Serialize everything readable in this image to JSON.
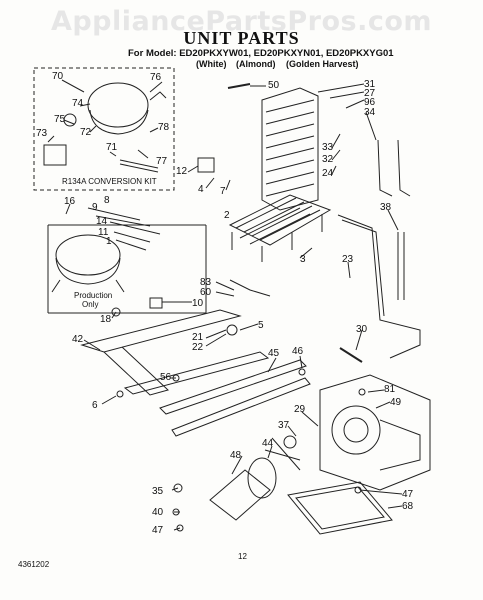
{
  "watermark": "AppliancePartsPros.com",
  "title": "UNIT PARTS",
  "models_line": "For Model: ED20PKXYW01, ED20PKXYN01, ED20PKXYG01",
  "colors": [
    "(White)",
    "(Almond)",
    "(Golden Harvest)"
  ],
  "kit_label": "R134A CONVERSION KIT",
  "production_label": [
    "Production",
    "Only"
  ],
  "footer_left": "4361202",
  "footer_page": "12",
  "callouts": {
    "c70": "70",
    "c76": "76",
    "c74": "74",
    "c75": "75",
    "c72": "72",
    "c73": "73",
    "c78": "78",
    "c71": "71",
    "c77": "77",
    "c50": "50",
    "c31": "31",
    "c27": "27",
    "c96": "96",
    "c34": "34",
    "c33": "33",
    "c32": "32",
    "c24": "24",
    "c12": "12",
    "c4": "4",
    "c7": "7",
    "c16": "16",
    "c9": "9",
    "c8": "8",
    "c14": "14",
    "c11": "11",
    "c1": "1",
    "c2": "2",
    "c3": "3",
    "c38": "38",
    "c23": "23",
    "c83": "83",
    "c60": "60",
    "c10": "10",
    "c18": "18",
    "c21": "21",
    "c22": "22",
    "c5": "5",
    "c30": "30",
    "c42": "42",
    "c45": "45",
    "c46": "46",
    "c56": "56",
    "c6": "6",
    "c81": "81",
    "c49": "49",
    "c29": "29",
    "c37": "37",
    "c44": "44",
    "c48": "48",
    "c35": "35",
    "c40": "40",
    "c47a": "47",
    "c47b": "47",
    "c68": "68"
  }
}
